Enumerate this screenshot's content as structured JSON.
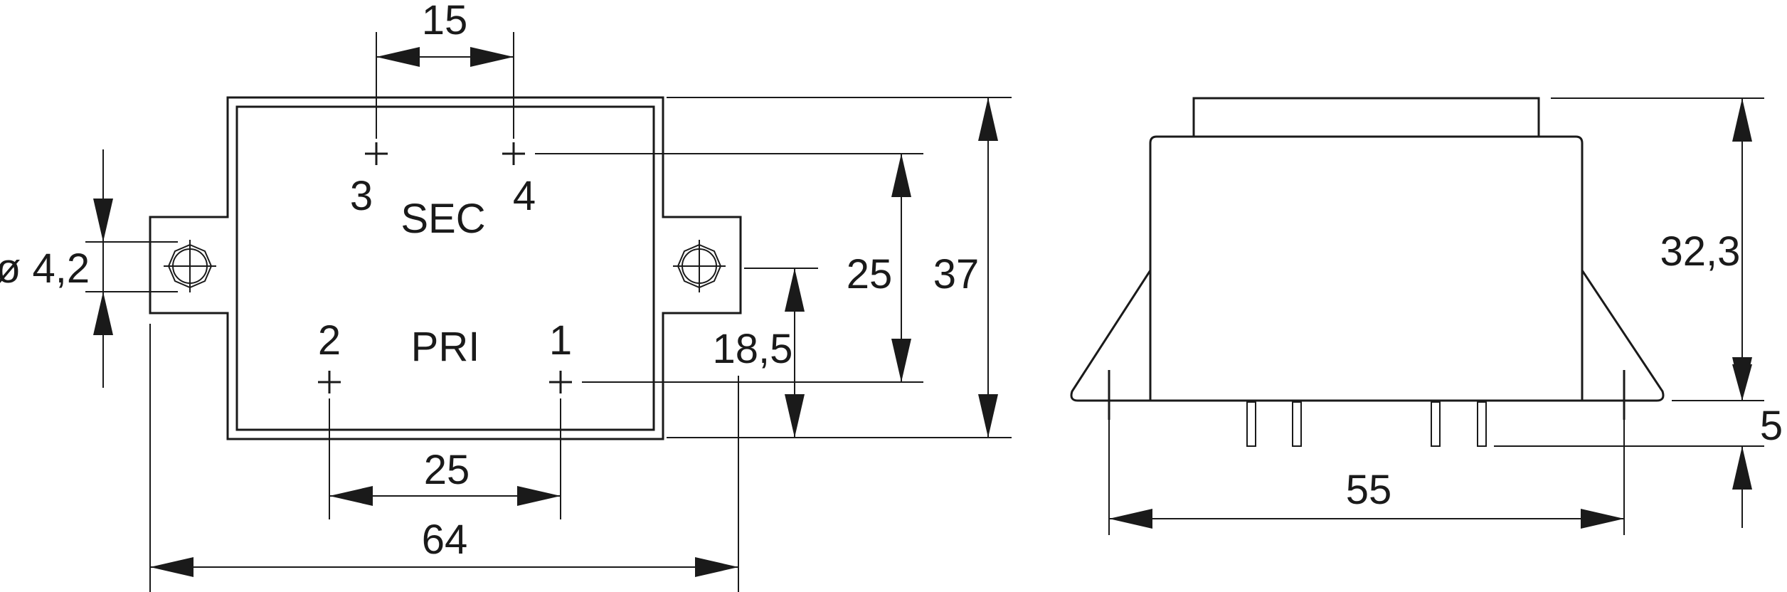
{
  "top_view": {
    "pins": {
      "pin3": "3",
      "pin4": "4",
      "pin2": "2",
      "pin1": "1"
    },
    "labels": {
      "secondary": "SEC",
      "primary": "PRI"
    },
    "dimensions": {
      "sec_pin_pitch": "15",
      "pri_pin_pitch": "25",
      "pin_row_distance": "25",
      "body_depth": "37",
      "hole_to_pri_pins": "18,5",
      "hole_diameter": "ø 4,2",
      "overall_length": "64"
    }
  },
  "side_view": {
    "dimensions": {
      "body_height": "32,3",
      "pin_length": "5",
      "base_width": "55"
    }
  }
}
